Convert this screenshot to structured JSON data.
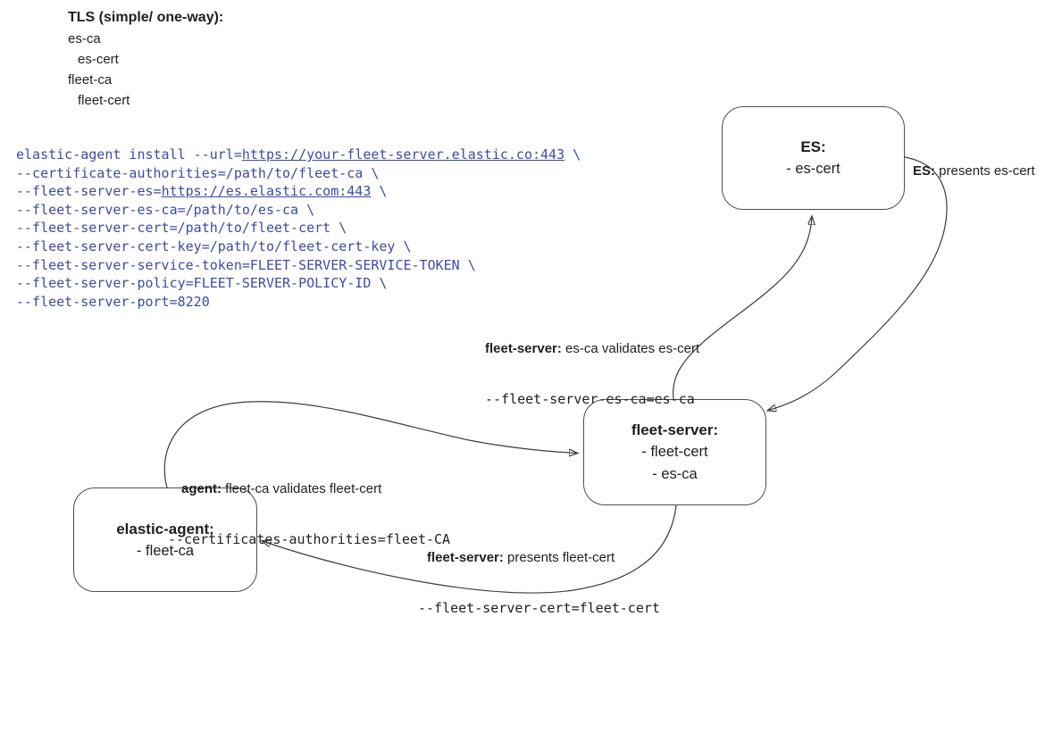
{
  "colors": {
    "code_text": "#3f49a5",
    "edge_stroke": "#3d3d3d",
    "box_border": "#4d4d4d",
    "background": "#ffffff"
  },
  "header": {
    "title": "TLS (simple/ one-way):",
    "items": [
      {
        "text": "es-ca",
        "indent": 0
      },
      {
        "text": "es-cert",
        "indent": 1
      },
      {
        "text": "fleet-ca",
        "indent": 0
      },
      {
        "text": "fleet-cert",
        "indent": 1
      }
    ]
  },
  "command": {
    "lines": [
      {
        "segments": [
          {
            "text": "elastic-agent install --url="
          },
          {
            "text": "https://your-fleet-server.elastic.co:443",
            "underline": true
          },
          {
            "text": " \\"
          }
        ]
      },
      {
        "segments": [
          {
            "text": "--certificate-authorities=/path/to/fleet-ca \\"
          }
        ]
      },
      {
        "segments": [
          {
            "text": "--fleet-server-es="
          },
          {
            "text": "https://es.elastic.com:443",
            "underline": true
          },
          {
            "text": " \\"
          }
        ]
      },
      {
        "segments": [
          {
            "text": "--fleet-server-es-ca=/path/to/es-ca \\"
          }
        ]
      },
      {
        "segments": [
          {
            "text": "--fleet-server-cert=/path/to/fleet-cert \\"
          }
        ]
      },
      {
        "segments": [
          {
            "text": "--fleet-server-cert-key=/path/to/fleet-cert-key \\"
          }
        ]
      },
      {
        "segments": [
          {
            "text": "--fleet-server-service-token=FLEET-SERVER-SERVICE-TOKEN \\"
          }
        ]
      },
      {
        "segments": [
          {
            "text": "--fleet-server-policy=FLEET-SERVER-POLICY-ID \\"
          }
        ]
      },
      {
        "segments": [
          {
            "text": "--fleet-server-port=8220"
          }
        ]
      }
    ]
  },
  "nodes": {
    "es": {
      "title": "ES:",
      "items": {
        "0": "- es-cert"
      }
    },
    "fleet_server": {
      "title": "fleet-server:",
      "items": {
        "0": "- fleet-cert",
        "1": "- es-ca"
      }
    },
    "elastic_agent": {
      "title": "elastic-agent:",
      "items": {
        "0": "- fleet-ca"
      }
    }
  },
  "edge_labels": {
    "es_presents": {
      "bold": "ES:",
      "rest": " presents es-cert"
    },
    "fleet_validates": {
      "bold": "fleet-server:",
      "rest": " es-ca validates es-cert",
      "code": "--fleet-server-es-ca=es-ca"
    },
    "agent_validates": {
      "bold": "agent:",
      "rest": " fleet-ca validates fleet-cert",
      "code": "--certificates-authorities=fleet-CA"
    },
    "fleet_presents": {
      "bold": "fleet-server:",
      "rest": " presents fleet-cert",
      "code": "--fleet-server-cert=fleet-cert"
    }
  }
}
